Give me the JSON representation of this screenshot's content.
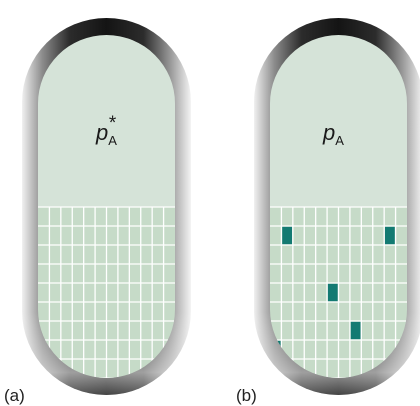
{
  "panels": [
    {
      "id": "a",
      "label": "(a)",
      "vapour_symbol": "p",
      "vapour_subscript": "A",
      "vapour_superscript": "*",
      "solute_cells": []
    },
    {
      "id": "b",
      "label": "(b)",
      "vapour_symbol": "p",
      "vapour_subscript": "A",
      "vapour_superscript": "",
      "solute_cells": [
        {
          "row": 1,
          "col": 1
        },
        {
          "row": 1,
          "col": 10
        },
        {
          "row": 4,
          "col": 5
        },
        {
          "row": 6,
          "col": 7
        },
        {
          "row": 7,
          "col": 0
        }
      ]
    }
  ],
  "grid": {
    "rows": 9,
    "cols": 12
  },
  "colors": {
    "vapour": "#d5e3d8",
    "liquid": "#c6dbc8",
    "grid_line": "#ffffff",
    "solute": "#137a72",
    "rim_dark": "#1f1f1f",
    "rim_light": "#e9e9e9"
  }
}
